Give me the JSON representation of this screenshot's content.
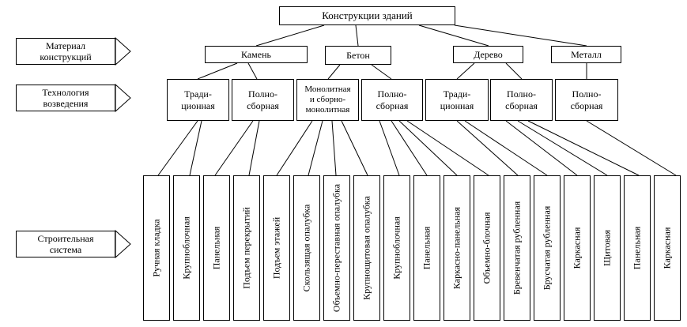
{
  "root": "Конструкции зданий",
  "rows": {
    "material": "Материал\nконструкций",
    "technology": "Технология\nвозведения",
    "system": "Строительная\nсистема"
  },
  "materials": [
    "Камень",
    "Бетон",
    "Дерево",
    "Металл"
  ],
  "technologies": [
    "Тради-\nционная",
    "Полно-\nсборная",
    "Монолитная\nи сборно-\nмонолитная",
    "Полно-\nсборная",
    "Тради-\nционная",
    "Полно-\nсборная",
    "Полно-\nсборная"
  ],
  "systems": [
    "Ручная кладка",
    "Крупноблочная",
    "Панельная",
    "Подъем перекрытий",
    "Подъем этажей",
    "Скользящая опалубка",
    "Объемно-переставная опалубка",
    "Крупнощитовая опалубка",
    "Крупноблочная",
    "Панельная",
    "Каркасно-панельная",
    "Объемно-блочная",
    "Бревенчатая рубленная",
    "Брусчатая рубленная",
    "Каркасная",
    "Щитовая",
    "Панельная",
    "Каркасная"
  ]
}
